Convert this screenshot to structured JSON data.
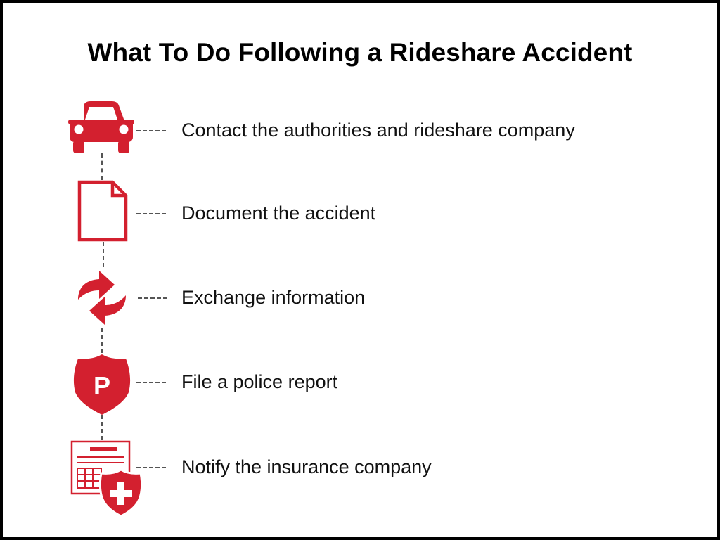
{
  "title": "What To Do Following a Rideshare Accident",
  "accent_color": "#d3202f",
  "steps": [
    {
      "icon": "car-icon",
      "label": "Contact the authorities and rideshare company"
    },
    {
      "icon": "document-icon",
      "label": "Document the accident"
    },
    {
      "icon": "exchange-arrows-icon",
      "label": "Exchange information"
    },
    {
      "icon": "police-badge-icon",
      "label": "File a police report"
    },
    {
      "icon": "insurance-form-shield-icon",
      "label": "Notify the insurance company"
    }
  ],
  "icon_text": {
    "police_badge_letter": "P"
  }
}
